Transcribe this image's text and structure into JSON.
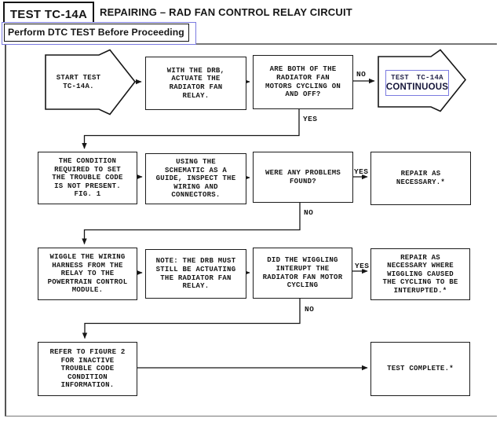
{
  "header": {
    "test_id": "TEST TC-14A",
    "title": "REPAIRING – RAD FAN CONTROL RELAY CIRCUIT",
    "banner": "Perform DTC TEST Before Proceeding"
  },
  "colors": {
    "link_blue": "#7b7be0",
    "ink": "#161616"
  },
  "labels": {
    "yes": "YES",
    "no": "NO"
  },
  "link": {
    "continue_line1": "TEST TC-14A",
    "continue_line2": "CONTINUOUS"
  },
  "nodes": {
    "start": "START TEST\nTC-14A.",
    "actuate": "WITH THE DRB,\nACTUATE THE\nRADIATOR FAN\nRELAY.",
    "cycling_q": "ARE BOTH OF THE\nRADIATOR FAN\nMOTORS CYCLING ON\nAND OFF?",
    "condition": "THE CONDITION\nREQUIRED TO SET\nTHE TROUBLE CODE\nIS NOT PRESENT.\nFIG. 1",
    "schematic": "USING THE\nSCHEMATIC AS A\nGUIDE, INSPECT THE\nWIRING AND\nCONNECTORS.",
    "problems_q": "WERE ANY PROBLEMS\nFOUND?",
    "repair_1": "REPAIR AS\nNECESSARY.*",
    "wiggle": "WIGGLE THE WIRING\nHARNESS FROM THE\nRELAY TO THE\nPOWERTRAIN CONTROL\nMODULE.",
    "note_bold": "NOTE:",
    "note_rest": " THE DRB MUST\nSTILL BE ACTUATING\nTHE RADIATOR FAN\nRELAY.",
    "wiggling_q": "DID THE WIGGLING\nINTERUPT THE\nRADIATOR FAN MOTOR\nCYCLING",
    "repair_2": "REPAIR AS\nNECESSARY WHERE\nWIGGLING CAUSED\nTHE CYCLING TO BE\nINTERUPTED.*",
    "refer": "REFER TO FIGURE 2\nFOR INACTIVE\nTROUBLE CODE\nCONDITION\nINFORMATION.",
    "complete": "TEST COMPLETE.*"
  }
}
